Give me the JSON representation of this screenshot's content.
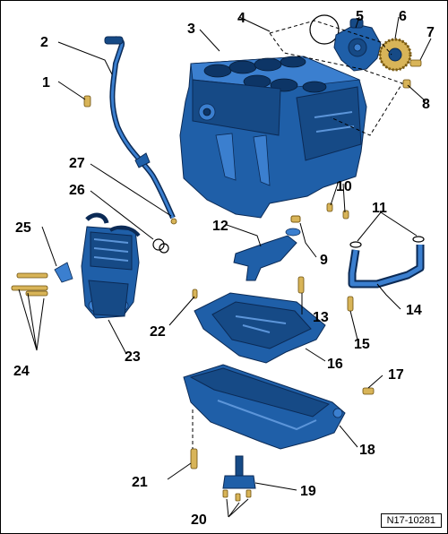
{
  "callouts": [
    "1",
    "2",
    "3",
    "4",
    "5",
    "6",
    "7",
    "8",
    "9",
    "10",
    "11",
    "12",
    "13",
    "14",
    "15",
    "16",
    "17",
    "18",
    "19",
    "20",
    "21",
    "22",
    "23",
    "24",
    "25",
    "26",
    "27"
  ],
  "reference": "N17-10281",
  "colors": {
    "part": "#1f5fa8",
    "gasket": "#d8b458",
    "line": "#000000"
  }
}
